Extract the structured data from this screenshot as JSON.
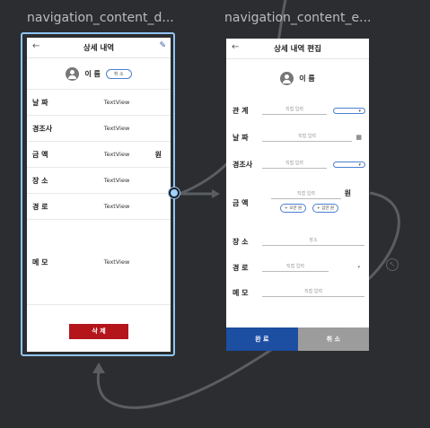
{
  "canvas": {
    "frame1_title": "navigation_content_d...",
    "frame2_title": "navigation_content_e..."
  },
  "detail": {
    "app_title": "상세 내역",
    "back_icon": "←",
    "edit_icon": "✎",
    "name": "이 름",
    "cancel_pill": "취 소",
    "rows": [
      {
        "label": "날 짜",
        "value": "TextView"
      },
      {
        "label": "경조사",
        "value": "TextView"
      },
      {
        "label": "금 액",
        "value": "TextView",
        "unit": "원"
      },
      {
        "label": "장 소",
        "value": "TextView"
      },
      {
        "label": "경 로",
        "value": "TextView"
      },
      {
        "label": "메 모",
        "value": "TextView"
      }
    ],
    "delete_label": "삭 제"
  },
  "edit": {
    "app_title": "상세 내역 편집",
    "back_icon": "←",
    "name": "이 름",
    "fields": {
      "relation": {
        "label": "관 계",
        "placeholder": "직접 입력"
      },
      "date": {
        "label": "날 짜",
        "placeholder": "직접 입력"
      },
      "event": {
        "label": "경조사",
        "placeholder": "직접 입력"
      },
      "amount": {
        "label": "금 액",
        "placeholder": "직접 입력",
        "unit": "원",
        "btn1": "+ 오만 원",
        "btn2": "+ 십만 원"
      },
      "place": {
        "label": "장 소",
        "placeholder": "장소"
      },
      "route": {
        "label": "경 로",
        "placeholder": "직접 입력"
      },
      "memo": {
        "label": "메 모",
        "placeholder": "직접 입력"
      }
    },
    "done_label": "완 료",
    "cancel_label": "취 소"
  },
  "colors": {
    "background": "#2b2d30",
    "selection": "#8fc4f2",
    "delete": "#b3151b",
    "done": "#1c4ea2",
    "cancel": "#9c9c9c"
  }
}
